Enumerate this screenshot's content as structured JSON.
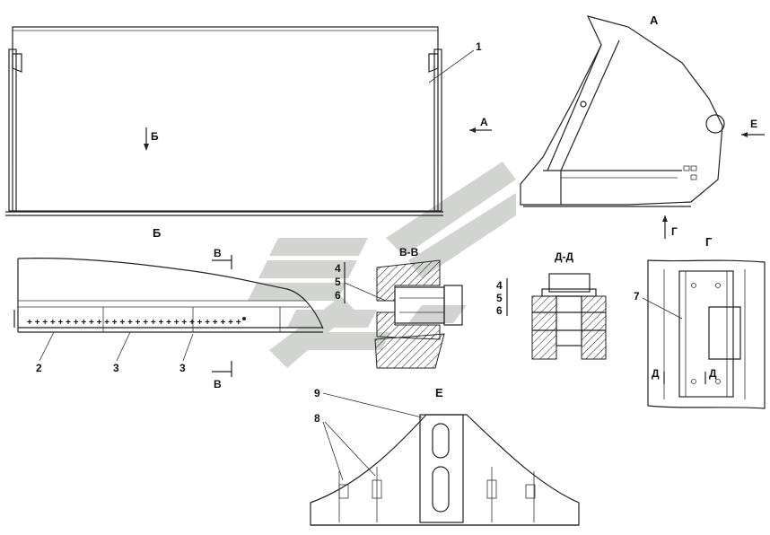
{
  "views": {
    "a": {
      "label": "А"
    },
    "b": {
      "label": "Б"
    },
    "g": {
      "label": "Г"
    },
    "e": {
      "label": "Е"
    },
    "vv": {
      "label": "В-В"
    },
    "dd": {
      "label": "Д-Д"
    }
  },
  "arrows": {
    "b_arrow": "Б",
    "a_arrow": "А",
    "e_arrow": "Е",
    "g_arrow": "Г",
    "v_top": "В",
    "v_bottom": "В",
    "d_left": "Д",
    "d_right": "Д"
  },
  "callouts": {
    "c1": "1",
    "c2": "2",
    "c3a": "3",
    "c3b": "3",
    "c4vv": "4",
    "c5vv": "5",
    "c6vv": "6",
    "c4dd": "4",
    "c5dd": "5",
    "c6dd": "6",
    "c7": "7",
    "c8": "8",
    "c9": "9"
  },
  "colors": {
    "line": "#222222",
    "watermark": "#c9cdca"
  }
}
